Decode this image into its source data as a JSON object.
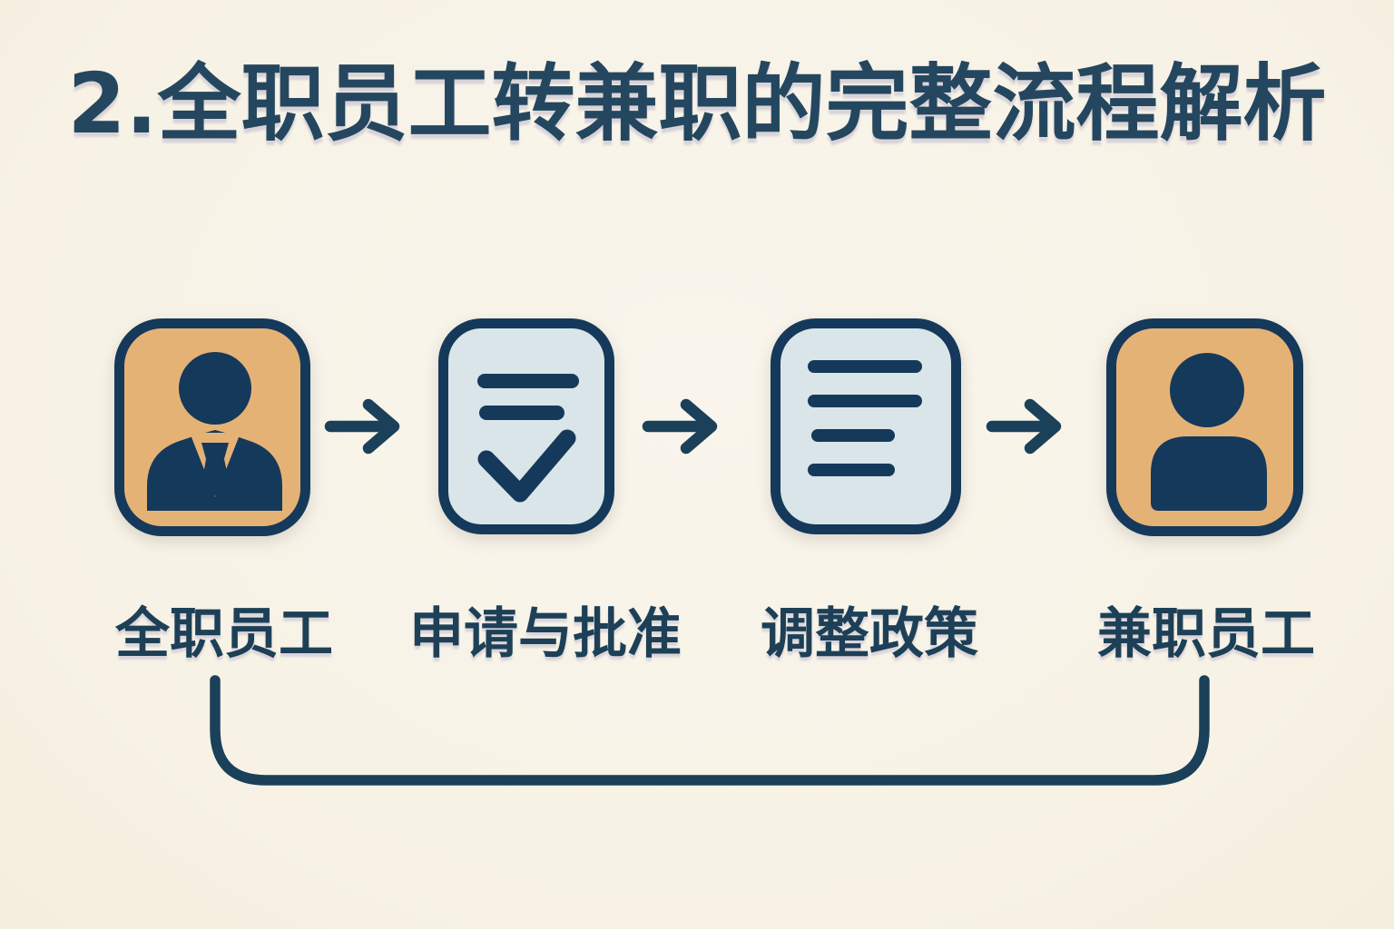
{
  "title": "2.全职员工转兼职的完整流程解析",
  "steps": [
    {
      "label": "全职员工",
      "icon": "full-time-employee-icon",
      "tile_color": "#e5b276"
    },
    {
      "label": "申请与批准",
      "icon": "document-check-icon",
      "tile_color": "#d9e5e8"
    },
    {
      "label": "调整政策",
      "icon": "document-lines-icon",
      "tile_color": "#d9e5e8"
    },
    {
      "label": "兼职员工",
      "icon": "part-time-employee-icon",
      "tile_color": "#e5b276"
    }
  ],
  "connectors": {
    "forward_arrow_count": 3,
    "return_loop_from": "兼职员工",
    "return_loop_to": "全职员工"
  },
  "colors": {
    "background": "#f7f2e5",
    "navy": "#15395a",
    "title_navy": "#24475f",
    "label_navy": "#1d4057",
    "orange_tile": "#e5b276",
    "blue_tile": "#d9e5e8"
  }
}
